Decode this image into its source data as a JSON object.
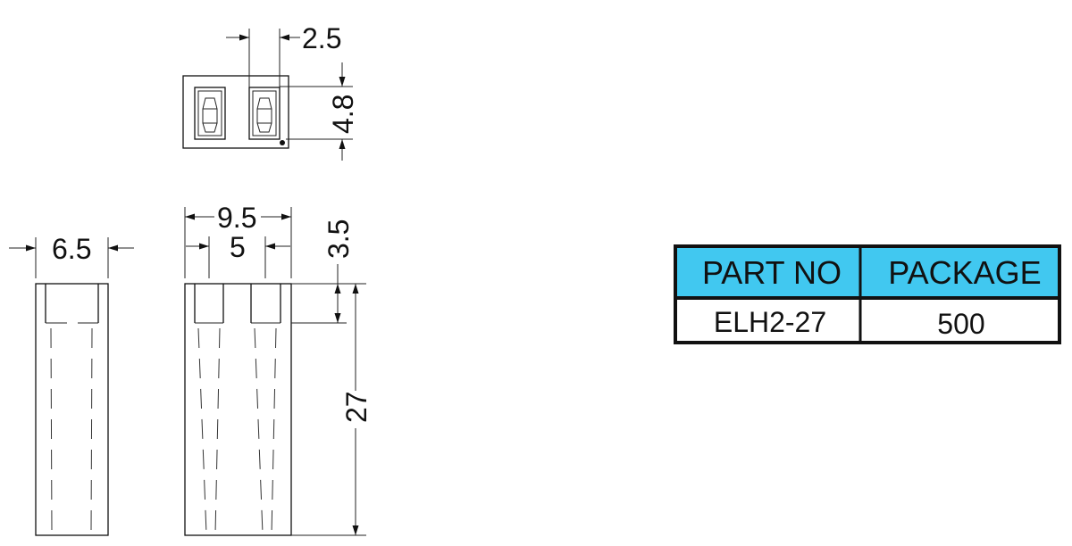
{
  "dimensions": {
    "top_pitch": "2.5",
    "top_height": "4.8",
    "body_width": "9.5",
    "terminal_pitch": "5",
    "side_width": "6.5",
    "insert_depth": "3.5",
    "total_length": "27"
  },
  "table": {
    "headers": [
      "PART NO",
      "PACKAGE"
    ],
    "rows": [
      [
        "ELH2-27",
        "500"
      ]
    ],
    "header_color": "#41c8f0"
  }
}
